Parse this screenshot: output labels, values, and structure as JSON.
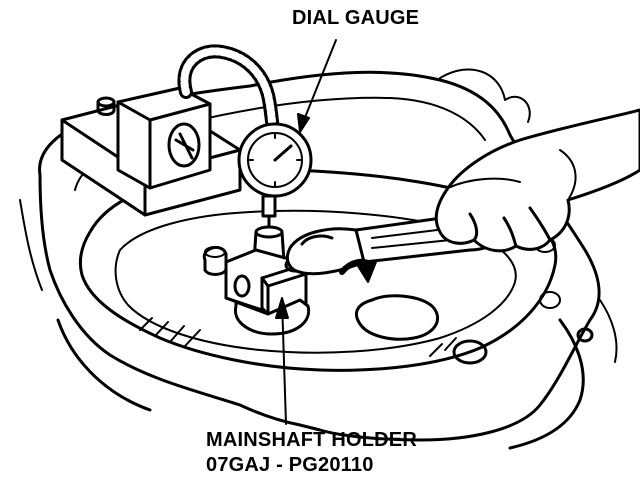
{
  "labels": {
    "dial_gauge": "DIAL GAUGE",
    "mainshaft_holder": "MAINSHAFT HOLDER",
    "part_number": "07GAJ - PG20110"
  },
  "parts": [
    "transmission-housing",
    "magnetic-base",
    "flex-arm",
    "dial-gauge",
    "gauge-plunger",
    "mainshaft",
    "mainshaft-holder",
    "wrench",
    "rotation-arrow",
    "technician-hand"
  ],
  "colors": {
    "ink": "#000000",
    "paper": "#ffffff"
  }
}
